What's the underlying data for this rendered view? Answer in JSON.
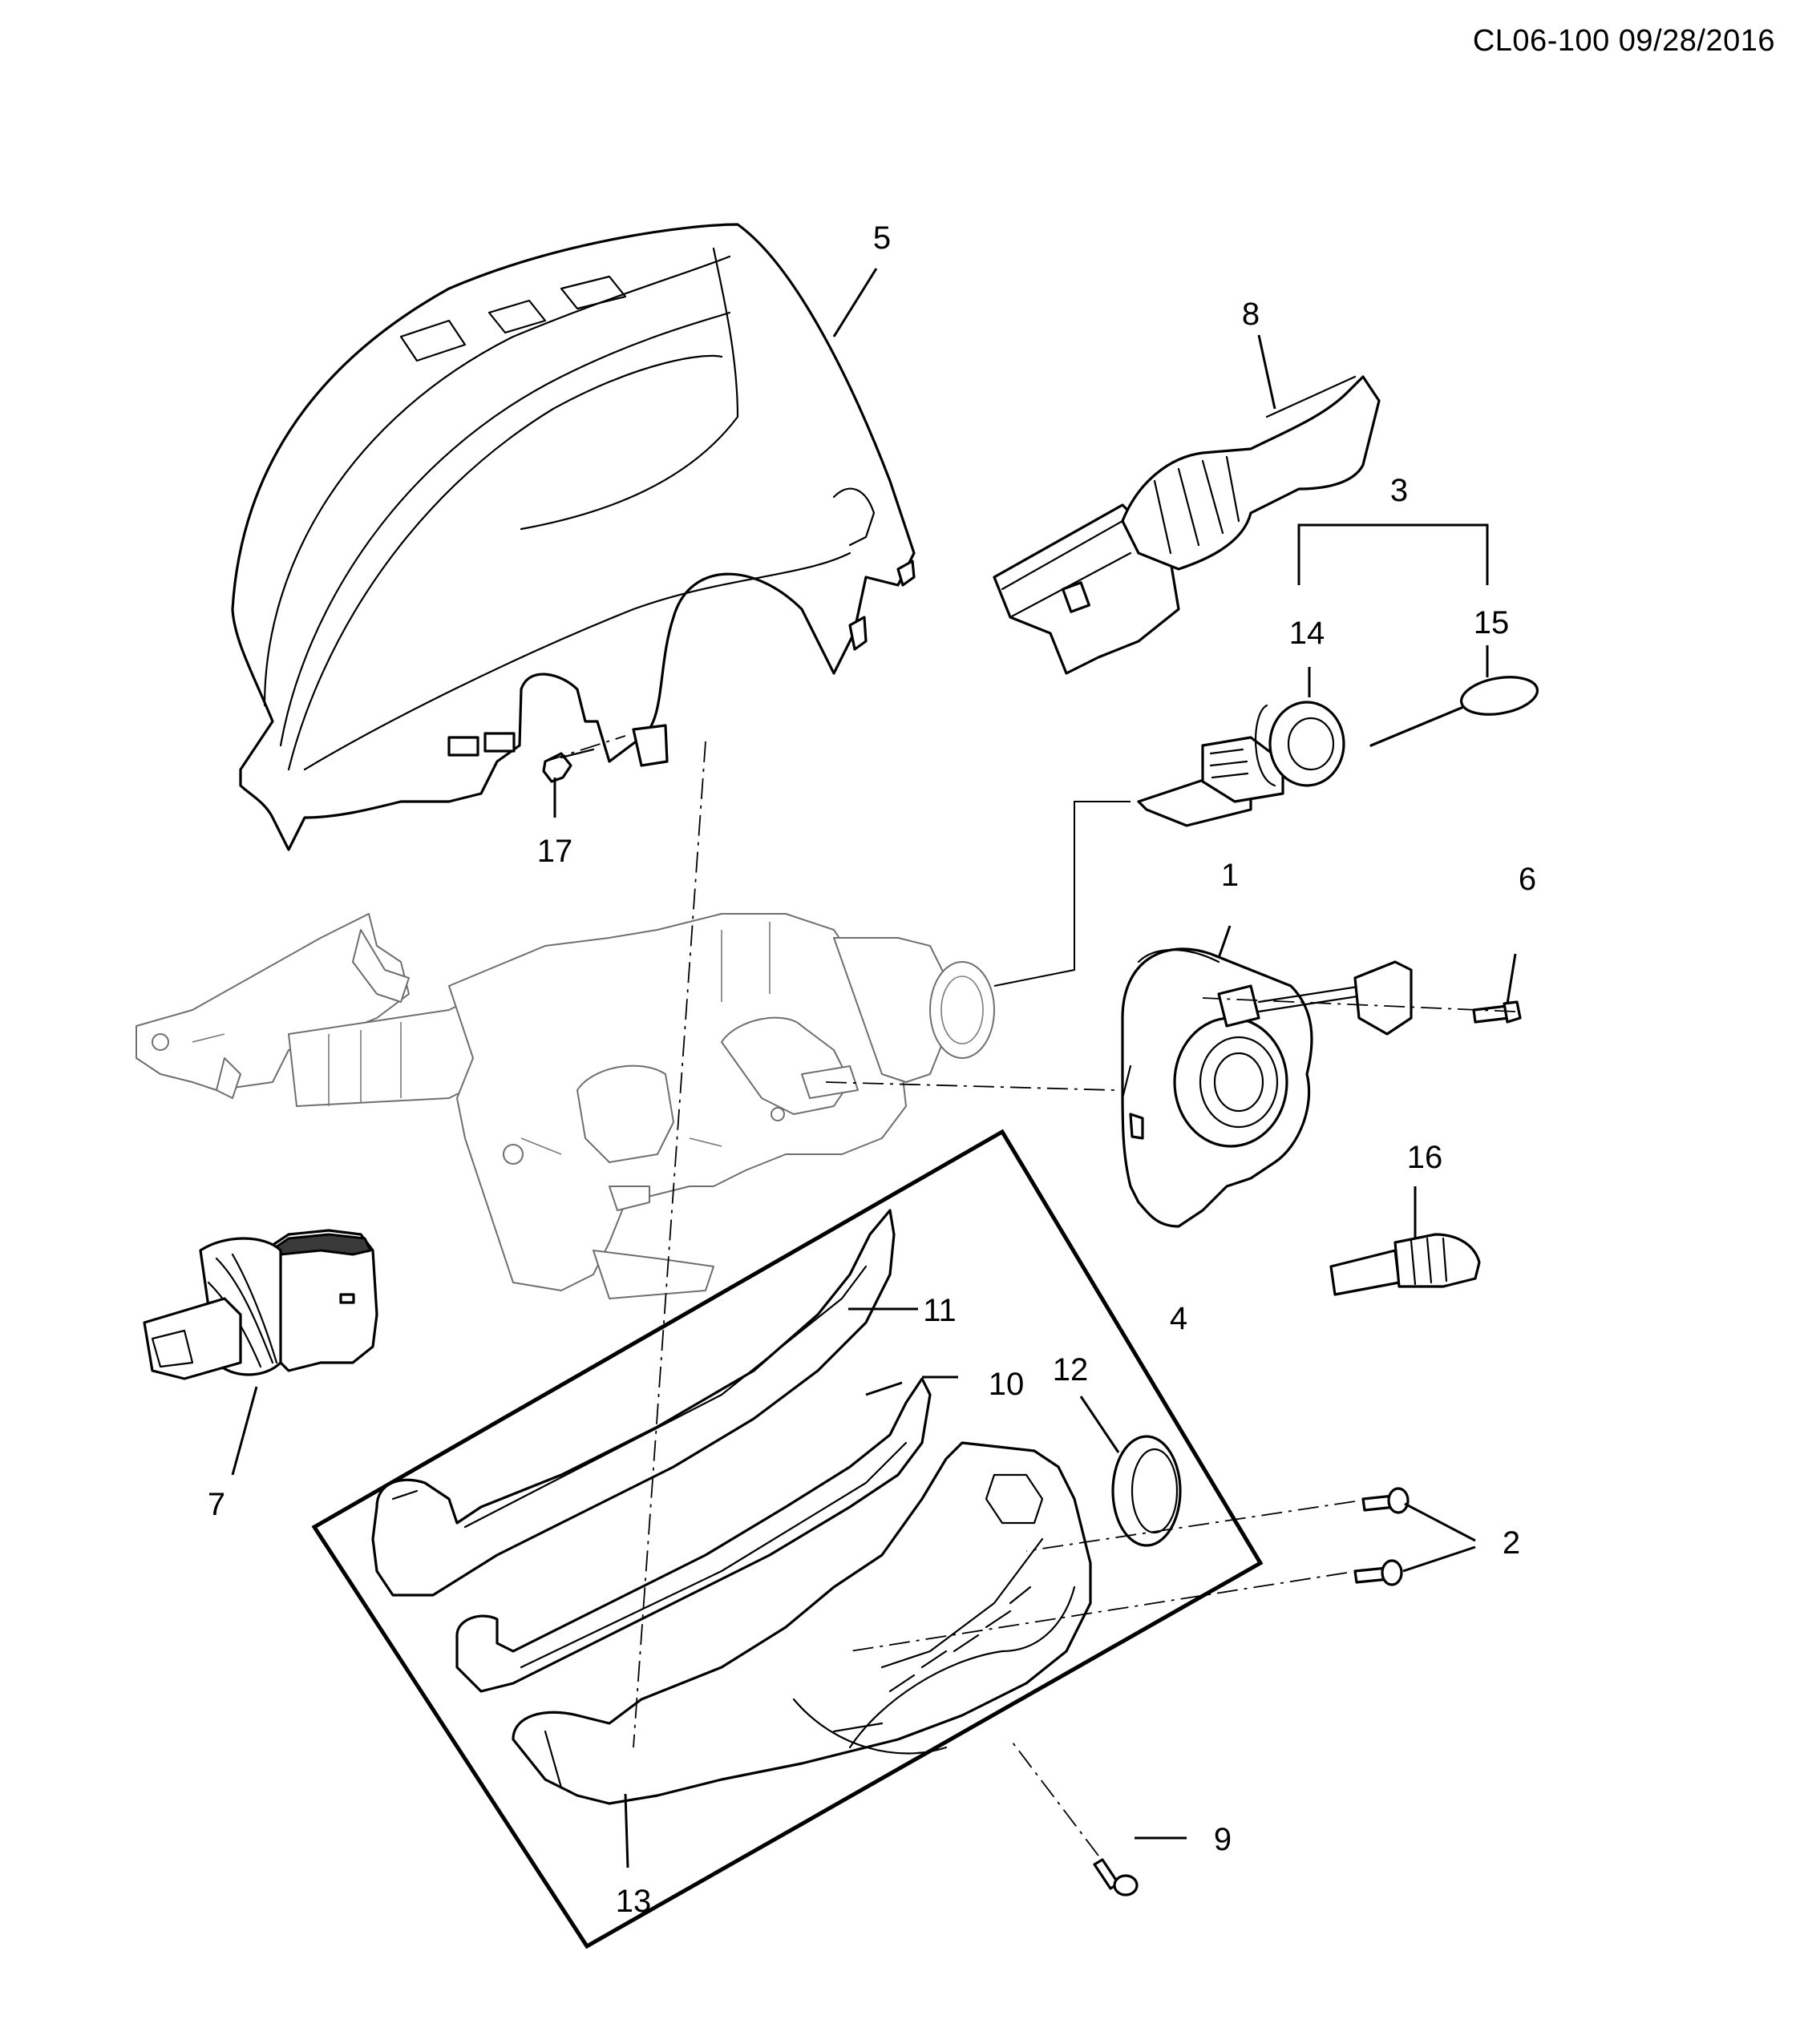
{
  "header": {
    "code": "CL06-100 09/28/2016"
  },
  "callouts": [
    "1",
    "2",
    "3",
    "4",
    "5",
    "6",
    "7",
    "8",
    "9",
    "10",
    "11",
    "12",
    "13",
    "14",
    "15",
    "16",
    "17"
  ]
}
